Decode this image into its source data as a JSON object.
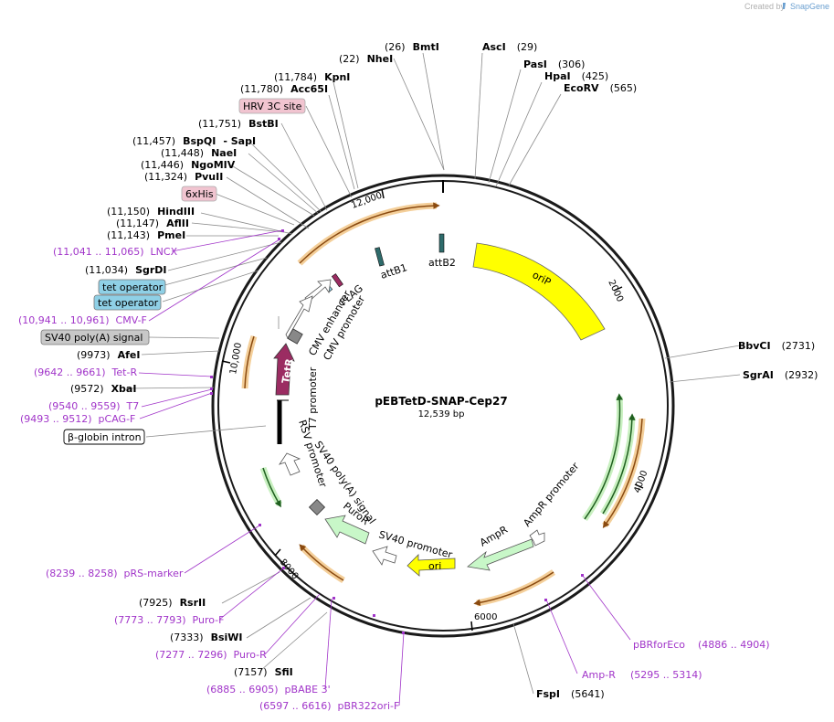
{
  "credit": {
    "prefix": "Created by",
    "brand": "SnapGene"
  },
  "map": {
    "name": "pEBTetD-SNAP-Cep27",
    "length": "12,539 bp"
  },
  "ticks": [
    "2000",
    "4000",
    "6000",
    "8000",
    "10,000",
    "12,000"
  ],
  "sites": [
    {
      "pos": "(26)",
      "name": "BmtI"
    },
    {
      "pos": "(22)",
      "name": "NheI"
    },
    {
      "pos": "(29)",
      "name": "AscI"
    },
    {
      "pos": "(306)",
      "name": "PasI"
    },
    {
      "pos": "(425)",
      "name": "HpaI"
    },
    {
      "pos": "(565)",
      "name": "EcoRV"
    },
    {
      "pos": "(11,784)",
      "name": "KpnI"
    },
    {
      "pos": "(11,780)",
      "name": "Acc65I"
    },
    {
      "pos": "(11,751)",
      "name": "BstBI"
    },
    {
      "pos": "(11,457)",
      "name": "BspQI"
    },
    {
      "pos": "",
      "name": "- SapI"
    },
    {
      "pos": "(11,448)",
      "name": "NaeI"
    },
    {
      "pos": "(11,446)",
      "name": "NgoMIV"
    },
    {
      "pos": "(11,324)",
      "name": "PvuII"
    },
    {
      "pos": "(11,150)",
      "name": "HindIII"
    },
    {
      "pos": "(11,147)",
      "name": "AflII"
    },
    {
      "pos": "(11,143)",
      "name": "PmeI"
    },
    {
      "pos": "(11,034)",
      "name": "SgrDI"
    },
    {
      "pos": "(9973)",
      "name": "AfeI"
    },
    {
      "pos": "(9572)",
      "name": "XbaI"
    },
    {
      "pos": "(2731)",
      "name": "BbvCI"
    },
    {
      "pos": "(2932)",
      "name": "SgrAI"
    },
    {
      "pos": "(7925)",
      "name": "RsrII"
    },
    {
      "pos": "(7333)",
      "name": "BsiWI"
    },
    {
      "pos": "(7157)",
      "name": "SfiI"
    },
    {
      "pos": "(5641)",
      "name": "FspI"
    }
  ],
  "primers": [
    "(11,041 .. 11,065)  LNCX",
    "(10,941 .. 10,961)  CMV-F",
    "(9642 .. 9661)  Tet-R",
    "(9540 .. 9559)  T7",
    "(9493 .. 9512)  pCAG-F",
    "(8239 .. 8258)  pRS-marker",
    "(7773 .. 7793)  Puro-F",
    "(7277 .. 7296)  Puro-R",
    "(6885 .. 6905)  pBABE 3'",
    "(6597 .. 6616)  pBR322ori-F",
    "pBRforEco",
    "(4886 .. 4904)",
    "Amp-R",
    "(5295 .. 5314)"
  ],
  "boxed_labels": [
    "HRV 3C site",
    "6xHis",
    "tet operator",
    "tet operator",
    "SV40 poly(A) signal",
    "β-globin intron"
  ],
  "features": [
    "oriP",
    "attB2",
    "attB1",
    "FLAG",
    "CMV promoter",
    "CMV enhancer",
    "TetR",
    "T7 promoter",
    "RSV promoter",
    "SV40 promoter",
    "SV40 poly(A) signal",
    "PuroR",
    "ori",
    "AmpR",
    "AmpR promoter"
  ],
  "colors": {
    "backbone": "#1a1a1a",
    "oriP": "#ffff00",
    "ori": "#ffff00",
    "TetR": "#9b2c62",
    "PuroR": "#c8f7c8",
    "AmpR": "#c8f7c8",
    "arc_orange": "#f4a64a",
    "arc_green": "#46a844",
    "primer": "#a135c9",
    "box_pink": "#f1c4d0",
    "box_blue": "#8fd0e6",
    "box_gray": "#c8c8c8"
  }
}
